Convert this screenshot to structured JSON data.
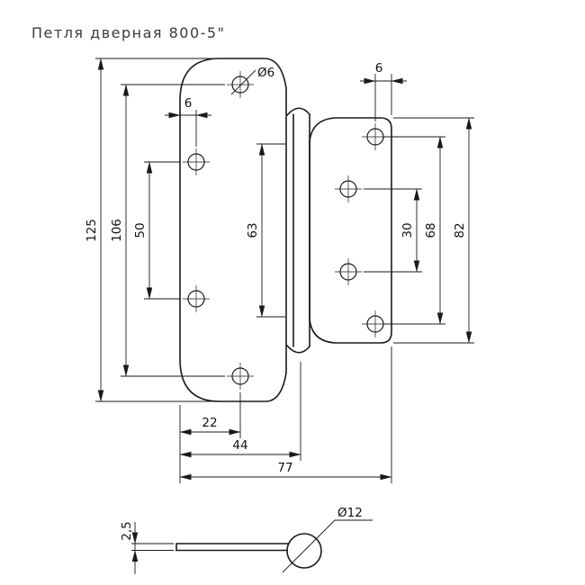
{
  "title": "Петля дверная 800-5\"",
  "front_view": {
    "dims": {
      "total_height": "125",
      "hole_span_outer_left": "106",
      "hole_span_inner_left": "50",
      "hole_edge_offset_left": "6",
      "hole_diameter": "Ø6",
      "hole_edge_offset_right": "6",
      "knuckle_height": "63",
      "hole_span_inner_right": "30",
      "hole_span_outer_right": "68",
      "right_leaf_height": "82",
      "hole_column_offset": "22",
      "left_leaf_width": "44",
      "total_width": "77"
    }
  },
  "side_view": {
    "dims": {
      "leaf_thickness": "2,5",
      "knuckle_diameter": "Ø12"
    }
  },
  "colors": {
    "line": "#1a1a1a",
    "title_text": "#3a3a3a",
    "background": "#ffffff"
  }
}
